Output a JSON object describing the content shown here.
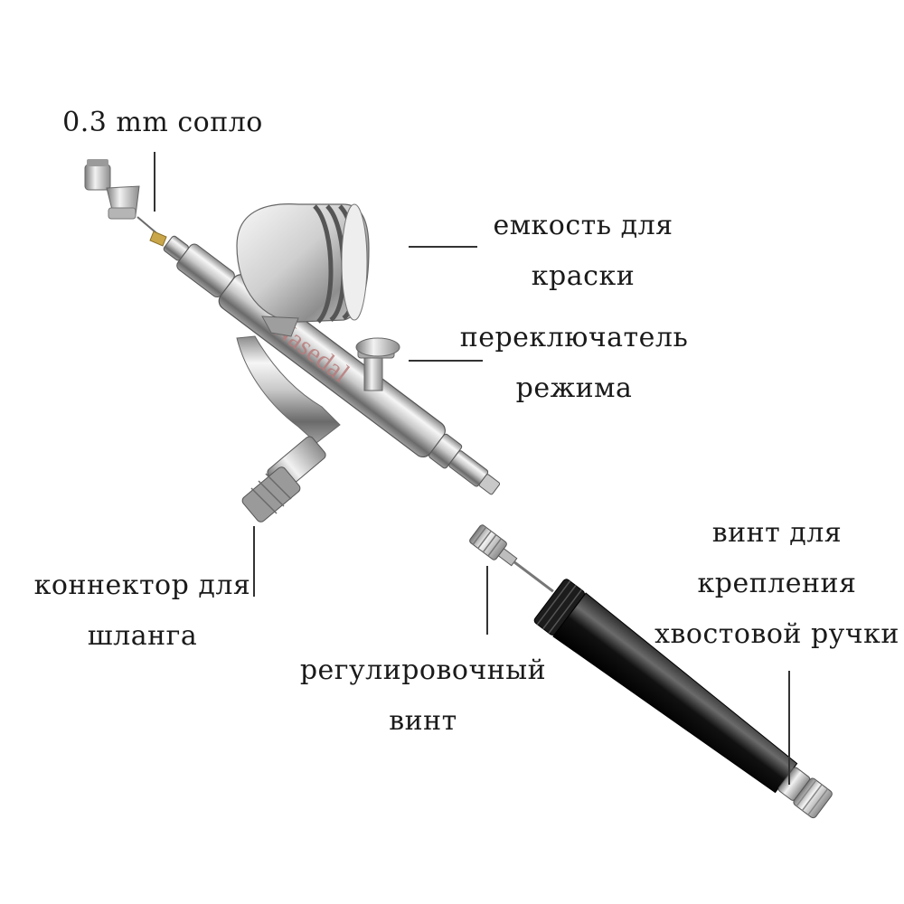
{
  "colors": {
    "background": "#ffffff",
    "text": "#1a1a1a",
    "leader": "#333333",
    "metal_light": "#f4f4f4",
    "metal_mid": "#b9b9b9",
    "metal_dark": "#5e5e5e",
    "handle": "#111111",
    "watermark": "#b97a7a"
  },
  "watermark": {
    "text": "Nasedal"
  },
  "labels": {
    "nozzle": {
      "lines": [
        "0.3 mm сопло"
      ]
    },
    "cup": {
      "lines": [
        "емкость для",
        "краски"
      ]
    },
    "mode_switch": {
      "lines": [
        "переключатель",
        "режима"
      ]
    },
    "hose_connector": {
      "lines": [
        "коннектор для",
        "шланга"
      ]
    },
    "adjust_screw": {
      "lines": [
        "регулировочный",
        "винт"
      ]
    },
    "tail_screw": {
      "lines": [
        "винт для",
        "крепления",
        "хвостовой ручки"
      ]
    }
  }
}
